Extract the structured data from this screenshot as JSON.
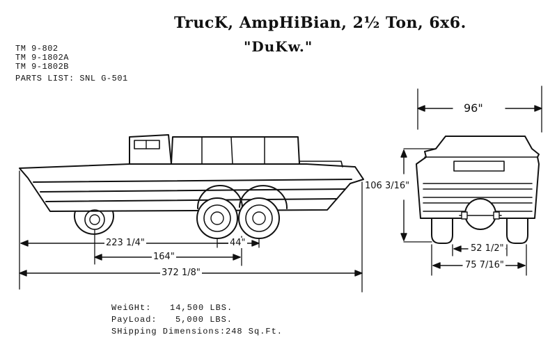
{
  "title": "TrucK, AmpHiBian, 2½ Ton, 6x6.",
  "subtitle": "\"DuKw.\"",
  "manuals": [
    "TM 9-802",
    "TM 9-1802A",
    "TM 9-1802B"
  ],
  "parts_list": "PARTS LIST: SNL G-501",
  "dimensions": {
    "width_top": "96\"",
    "height": "106 3/16\"",
    "length_front_to_rear_axle": "223 1/4\"",
    "wheelbase": "164\"",
    "rear_axle_spacing": "44\"",
    "overall_length": "372 1/8\"",
    "track_inner": "52 1/2\"",
    "track_outer": "75 7/16\""
  },
  "specs": {
    "weight_label": "WeiGHt:",
    "weight_value": "14,500 LBS.",
    "payload_label": "PayLoad:",
    "payload_value": "5,000 LBS.",
    "shipping_label": "SHipping Dimensions:",
    "shipping_value": "248 Sq.Ft."
  }
}
